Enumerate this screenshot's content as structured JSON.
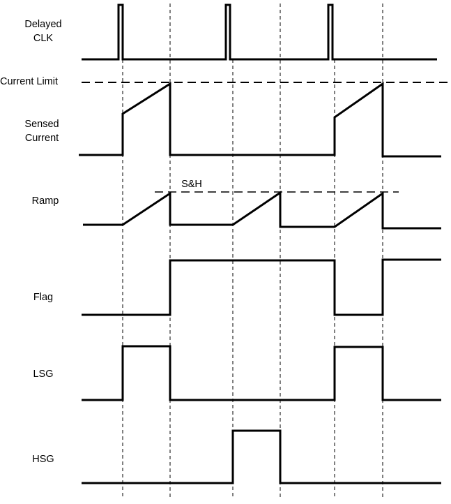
{
  "signals": {
    "delayed_clk": [
      "Delayed",
      "CLK"
    ],
    "current_limit": "Current Limit",
    "sensed_current": [
      "Sensed",
      "Current"
    ],
    "ramp": "Ramp",
    "sample_hold": "S&H",
    "flag": "Flag",
    "lsg": "LSG",
    "hsg": "HSG"
  }
}
